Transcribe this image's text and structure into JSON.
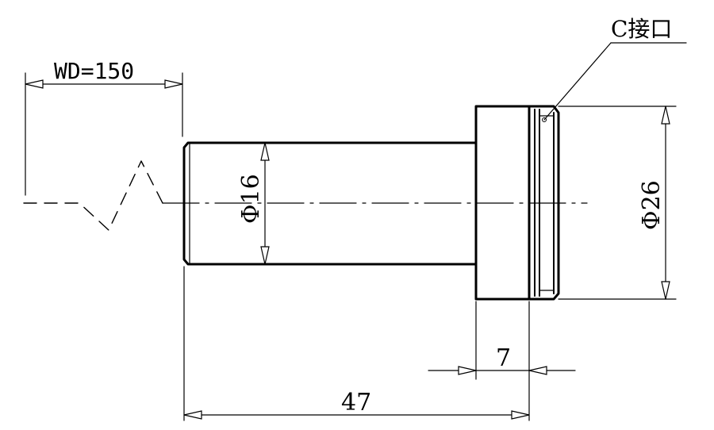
{
  "dimensions": {
    "working_distance": "WD=150",
    "length_total": "47",
    "length_flange": "7",
    "diameter_barrel": "Φ16",
    "diameter_flange": "Φ26"
  },
  "callouts": {
    "mount": "C接口"
  }
}
